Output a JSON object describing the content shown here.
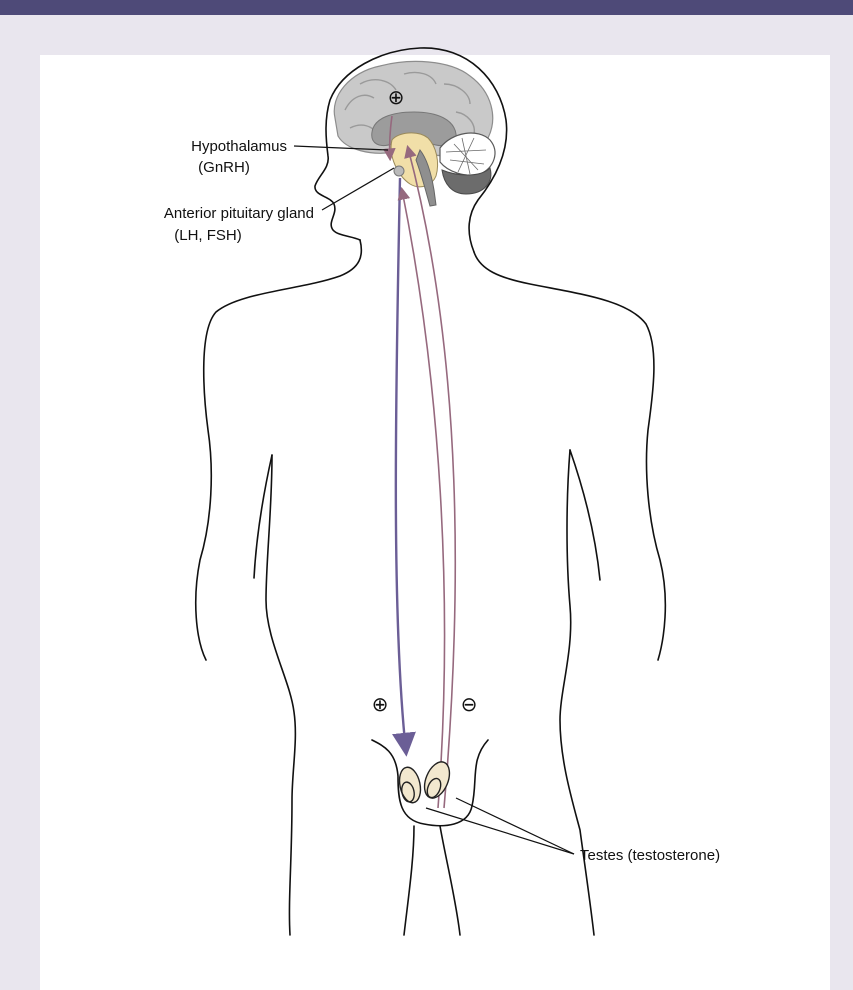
{
  "labels": {
    "hypothalamus": "Hypothalamus",
    "hypothalamus_hormone": "(GnRH)",
    "pituitary": "Anterior pituitary gland",
    "pituitary_hormone": "(LH, FSH)",
    "testes": "Testes (testosterone)"
  },
  "symbols": {
    "brain_positive": "⊕",
    "testes_positive": "⊕",
    "negative_feedback": "⊖"
  },
  "colors": {
    "stimulation_arrow": "#6b5e96",
    "feedback_arrow": "#96697e",
    "header_bar": "#4e4a78",
    "background": "#e9e6ee",
    "brain_gray": "#c9c9c9",
    "hypothalamus_fill": "#f1dfa8",
    "testes_fill": "#f2e8cf"
  }
}
